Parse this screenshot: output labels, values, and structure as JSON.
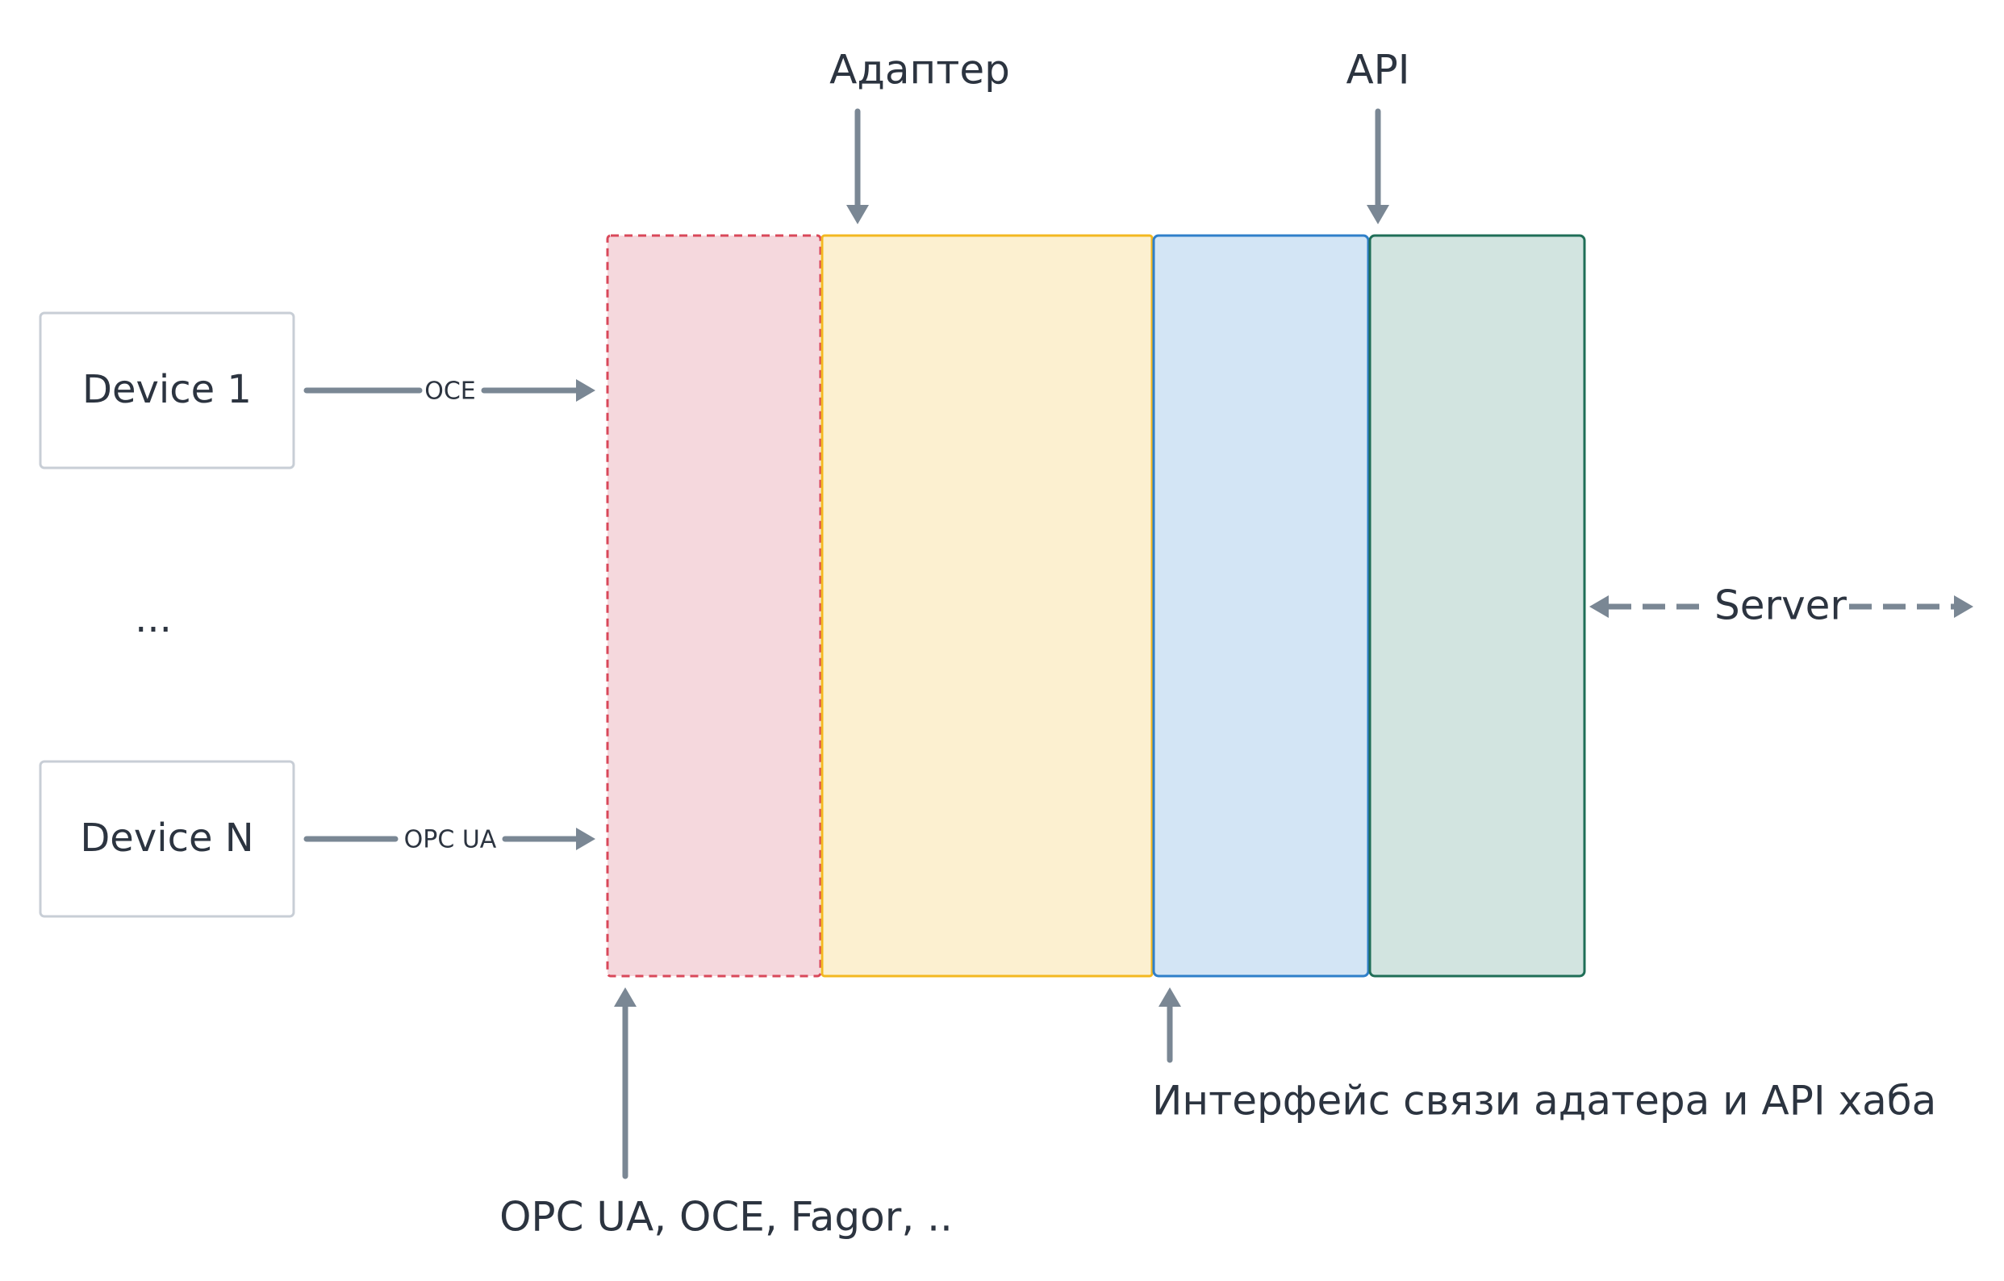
{
  "devices": {
    "first": "Device 1",
    "ellipsis": "...",
    "last": "Device N"
  },
  "connections": {
    "first_protocol": "OCE",
    "last_protocol": "OPC UA"
  },
  "layers": {
    "adapter_label": "Адаптер",
    "api_label": "API",
    "protocols_label": "OPC UA, OCE, Fagor, ..",
    "interface_label": "Интерфейс связи адатера и API хаба"
  },
  "server": {
    "label": "Server"
  },
  "colors": {
    "protocol_layer_fill": "#f5d8dd",
    "protocol_layer_border": "#d9485a",
    "adapter_layer_fill": "#fcf0d0",
    "adapter_layer_border": "#f3b820",
    "interface_layer_fill": "#d3e5f5",
    "interface_layer_border": "#2f7fc9",
    "api_layer_fill": "#d2e4e0",
    "api_layer_border": "#1f6e57",
    "arrow": "#7a8794",
    "text": "#2c3440"
  }
}
